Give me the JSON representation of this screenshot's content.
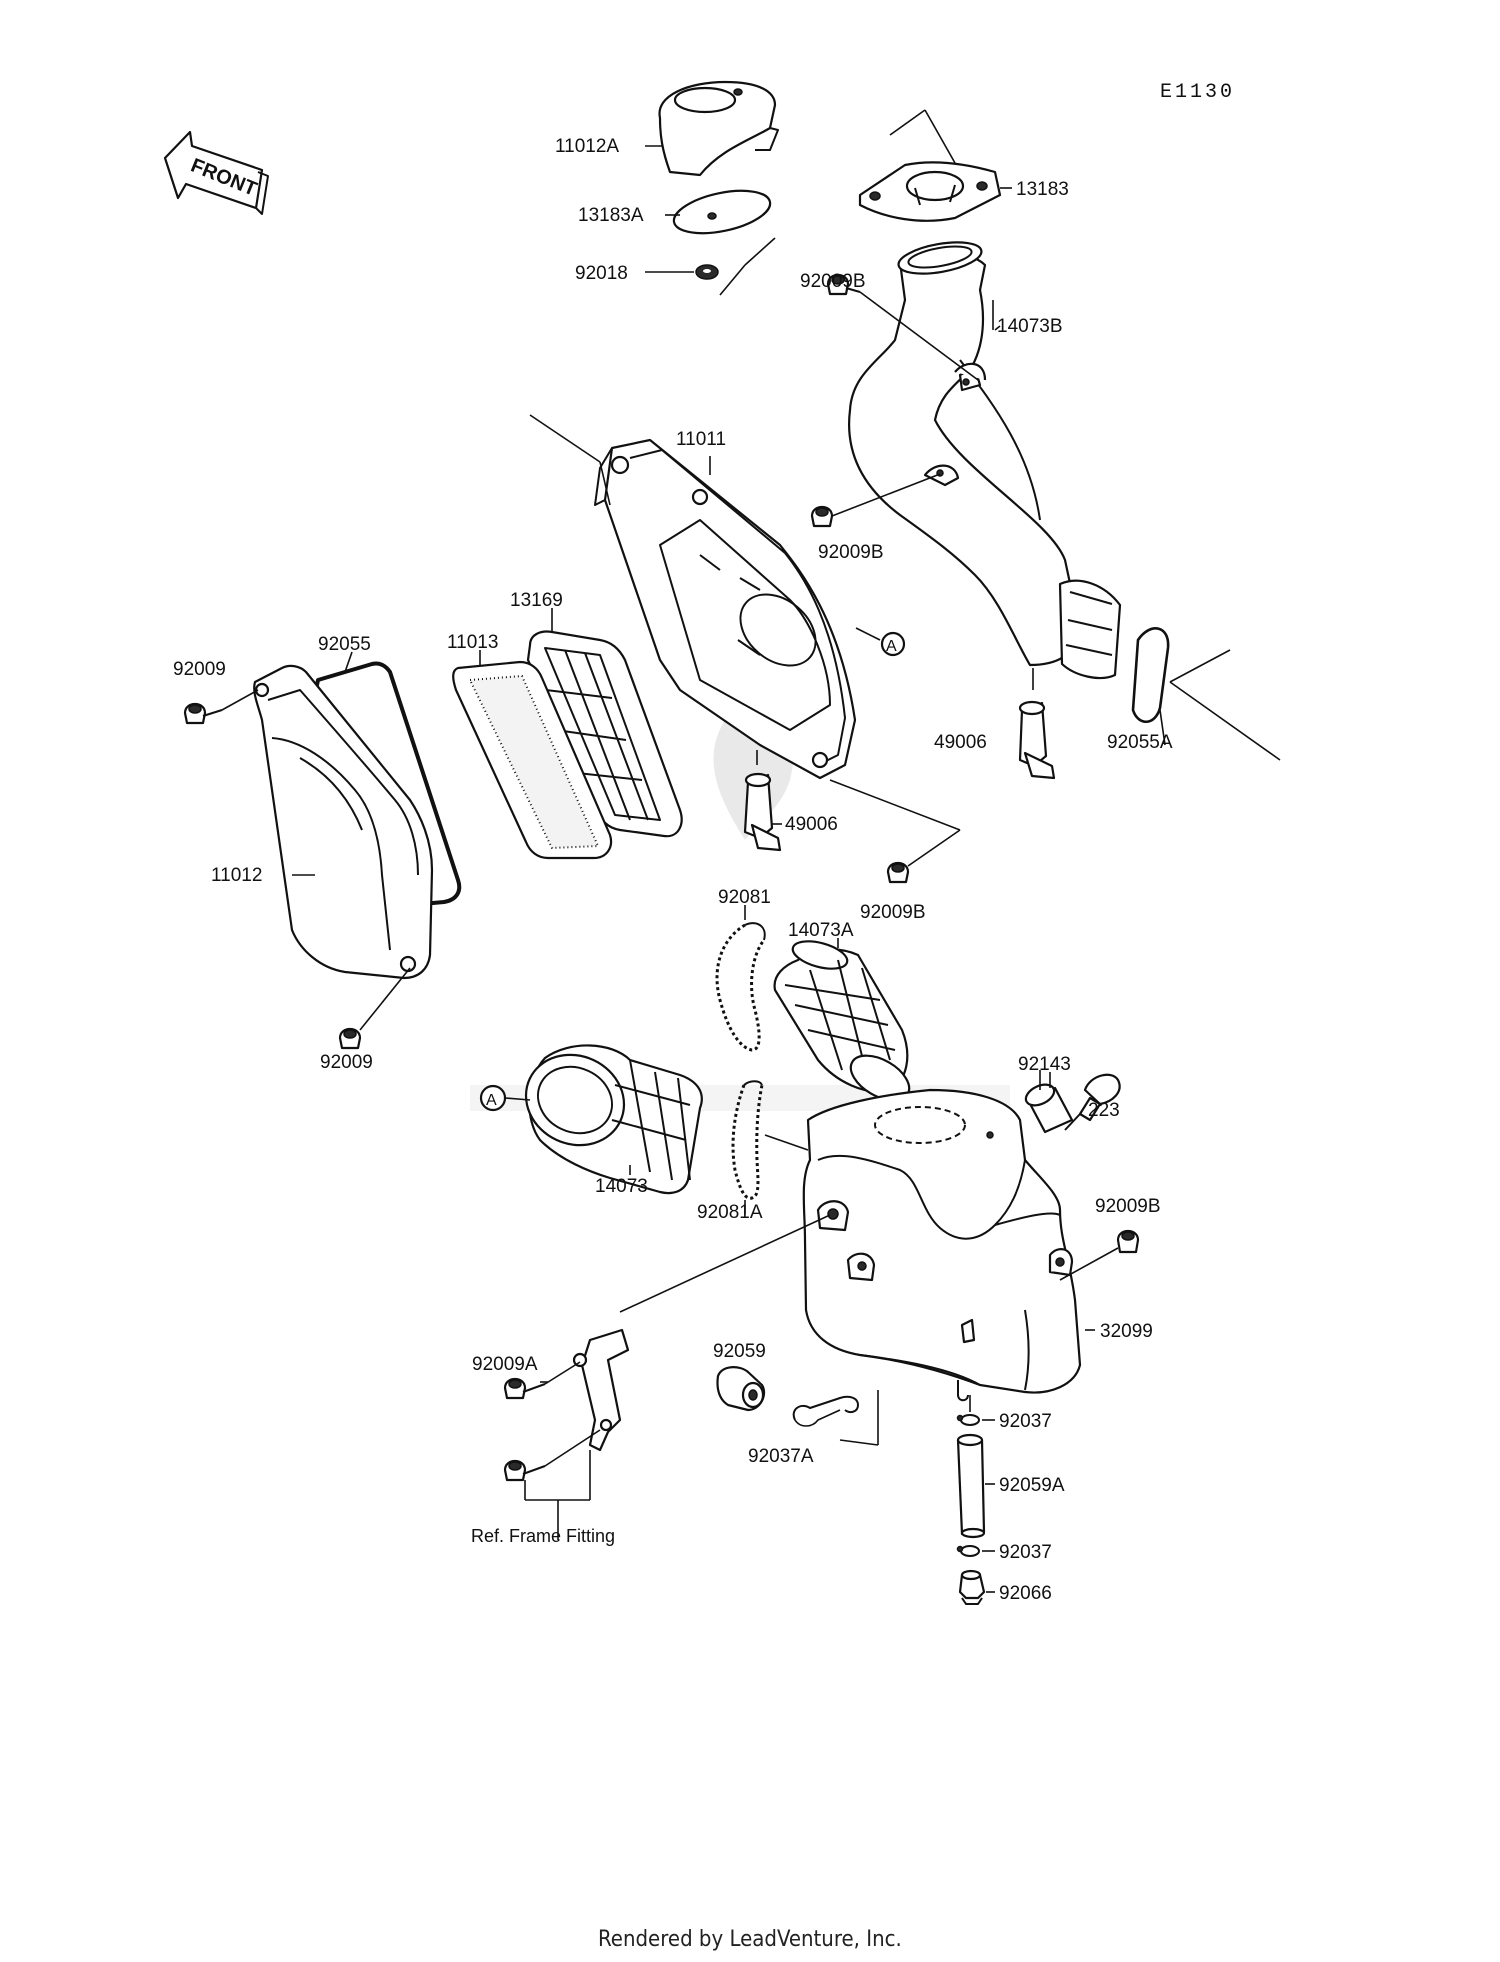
{
  "diagram_code": "E1130",
  "front_label": "FRONT",
  "callout_a": "A",
  "footer": "Rendered by LeadVenture, Inc.",
  "ref_frame": "Ref. Frame Fitting",
  "labels": {
    "p11012A": "11012A",
    "p13183A": "13183A",
    "p92018": "92018",
    "p13183": "13183",
    "p92009B_1": "92009B",
    "p14073B": "14073B",
    "p11011": "11011",
    "p92009B_2": "92009B",
    "p13169": "13169",
    "p92055": "92055",
    "p11013": "11013",
    "p92009_1": "92009",
    "p49006_1": "49006",
    "p92055A": "92055A",
    "p49006_2": "49006",
    "p11012": "11012",
    "p92009B_3": "92009B",
    "p92081": "92081",
    "p14073A": "14073A",
    "p92009_2": "92009",
    "p92143": "92143",
    "p223": "223",
    "p14073": "14073",
    "p92081A": "92081A",
    "p92009B_4": "92009B",
    "p92059": "92059",
    "p92009A": "92009A",
    "p32099": "32099",
    "p92037_1": "92037",
    "p92037A": "92037A",
    "p92059A": "92059A",
    "p92037_2": "92037",
    "p92066": "92066"
  }
}
